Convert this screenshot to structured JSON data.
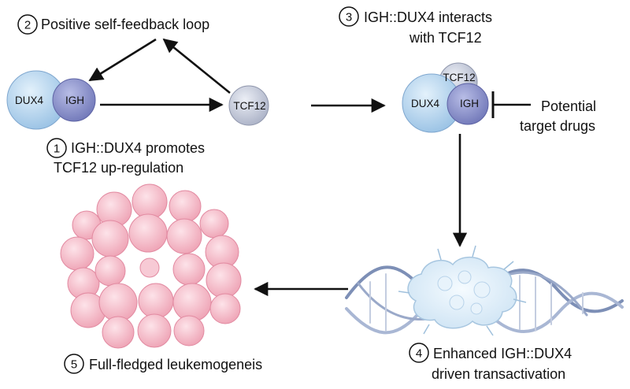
{
  "steps": {
    "s1": {
      "number": "1",
      "line1": "IGH::DUX4 promotes",
      "line2": "TCF12 up-regulation"
    },
    "s2": {
      "number": "2",
      "text": "Positive self-feedback loop"
    },
    "s3": {
      "number": "3",
      "line1": "IGH::DUX4 interacts",
      "line2": "with TCF12"
    },
    "s4": {
      "number": "4",
      "line1": "Enhanced IGH::DUX4",
      "line2": "driven transactivation"
    },
    "s5": {
      "number": "5",
      "text": "Full-fledged leukemogeneis"
    }
  },
  "molecules": {
    "dux4": "DUX4",
    "igh": "IGH",
    "tcf12": "TCF12"
  },
  "inhibitor": {
    "line1": "Potential",
    "line2": "target drugs"
  },
  "colors": {
    "dux4": "#a9cdea",
    "igh": "#8c93c8",
    "tcf12": "#c2c8d8",
    "cells": "#f4b6c4",
    "dna": "#7d8fb6",
    "arrow": "#111111"
  }
}
